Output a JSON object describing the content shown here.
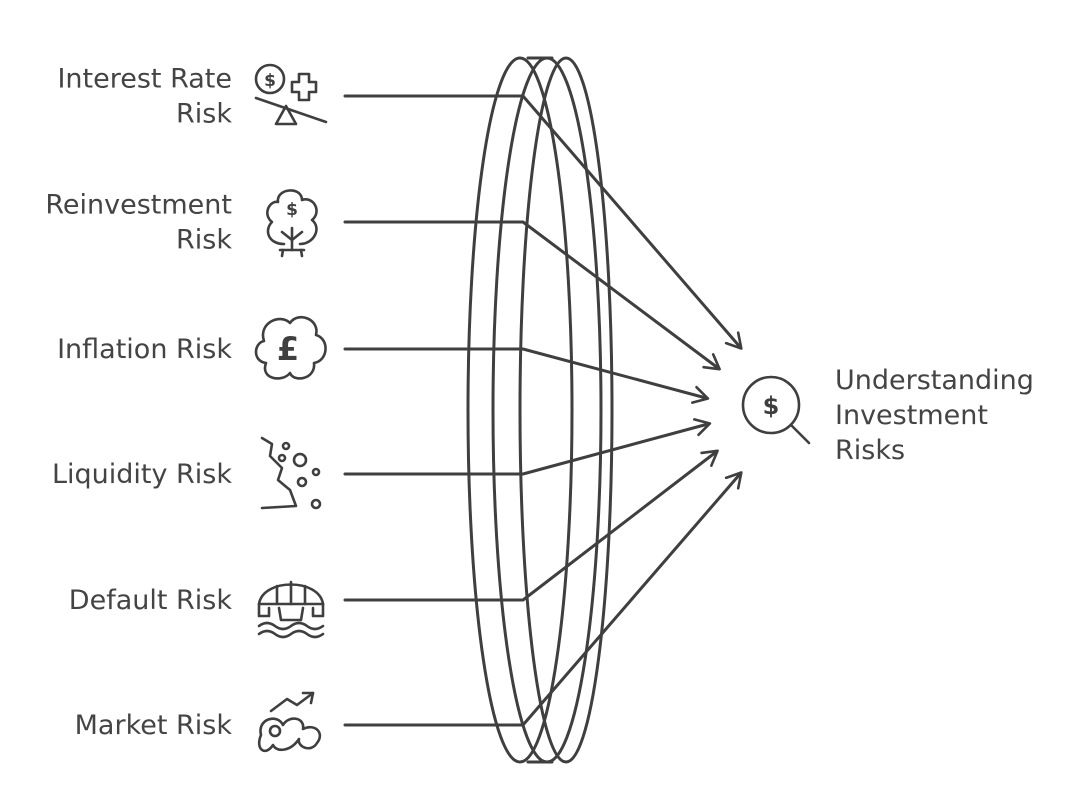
{
  "risks": [
    {
      "id": "interest",
      "lines": [
        "Interest Rate",
        "Risk"
      ],
      "icon": "interest-rate-icon"
    },
    {
      "id": "reinvestment",
      "lines": [
        "Reinvestment",
        "Risk"
      ],
      "icon": "money-tree-icon"
    },
    {
      "id": "inflation",
      "lines": [
        "Inflation Risk"
      ],
      "icon": "pound-cloud-icon"
    },
    {
      "id": "liquidity",
      "lines": [
        "Liquidity Risk"
      ],
      "icon": "falling-rocks-icon"
    },
    {
      "id": "default",
      "lines": [
        "Default Risk"
      ],
      "icon": "broken-bridge-icon"
    },
    {
      "id": "market",
      "lines": [
        "Market Risk"
      ],
      "icon": "market-trend-icon"
    }
  ],
  "target": {
    "lines": [
      "Understanding",
      "Investment",
      "Risks"
    ],
    "icon": "dollar-magnifier-icon",
    "icon_symbol": "$"
  },
  "lens": {
    "icon": "lens-icon"
  },
  "colors": {
    "stroke": "#3f3f3f",
    "text": "#444444",
    "background": "#ffffff"
  }
}
